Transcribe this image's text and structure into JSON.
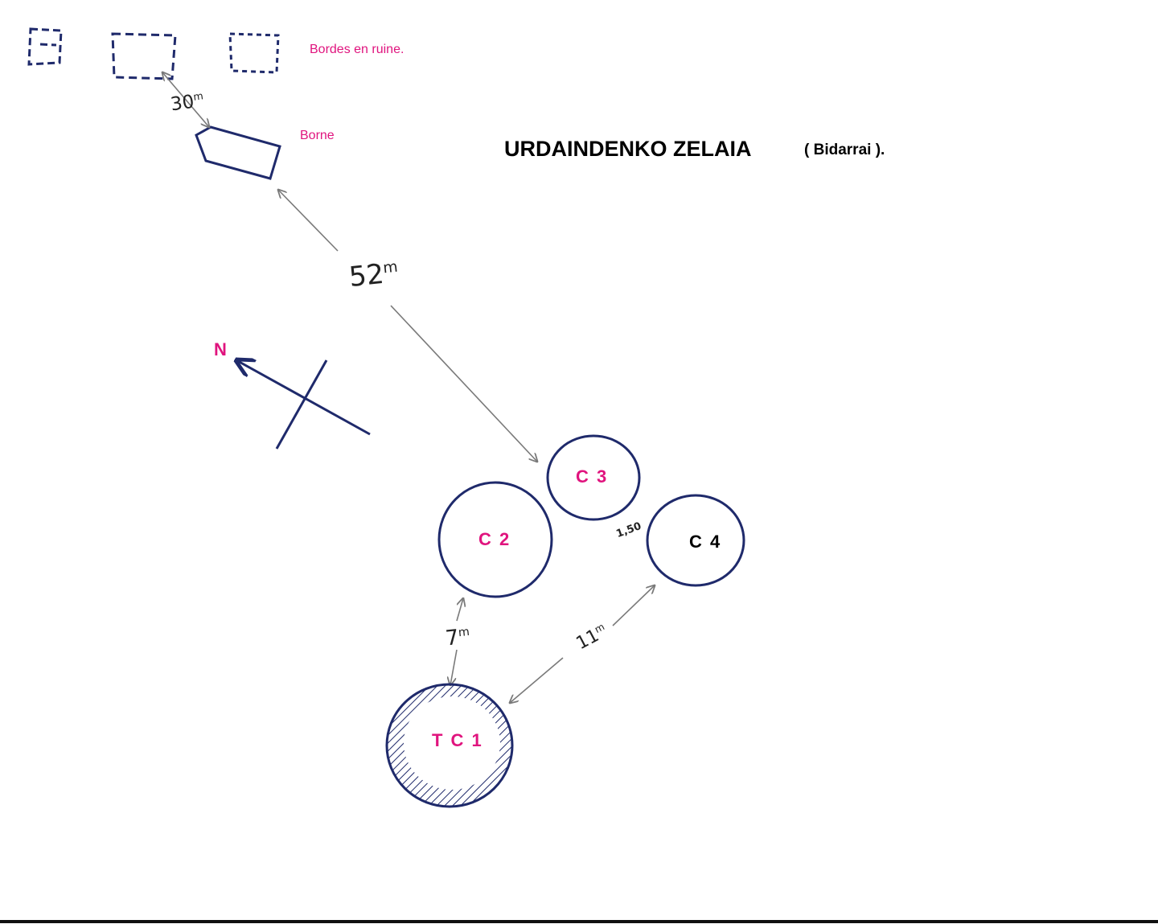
{
  "diagram": {
    "title": "URDAINDENKO ZELAIA",
    "subtitle": "( Bidarrai ).",
    "labels": {
      "bordes": "Bordes en ruine.",
      "borne": "Borne",
      "north": "N"
    },
    "monuments": [
      {
        "id": "c3",
        "label": "C 3"
      },
      {
        "id": "c2",
        "label": "C 2"
      },
      {
        "id": "c4",
        "label": "C 4"
      },
      {
        "id": "tc1",
        "label": "T C 1"
      }
    ],
    "distances": {
      "bordes_to_borne": {
        "value": "30",
        "unit": "m"
      },
      "borne_to_c3": {
        "value": "52",
        "unit": "m"
      },
      "c2_to_tc1": {
        "value": "7",
        "unit": "m"
      },
      "c4_to_tc1": {
        "value": "11",
        "unit": "m"
      },
      "c3_to_c4": {
        "value": "1,50",
        "unit": ""
      }
    },
    "colors": {
      "ink": "#1f2a6b",
      "label_pink": "#e0147e",
      "arrow_grey": "#7a7a7a"
    }
  }
}
